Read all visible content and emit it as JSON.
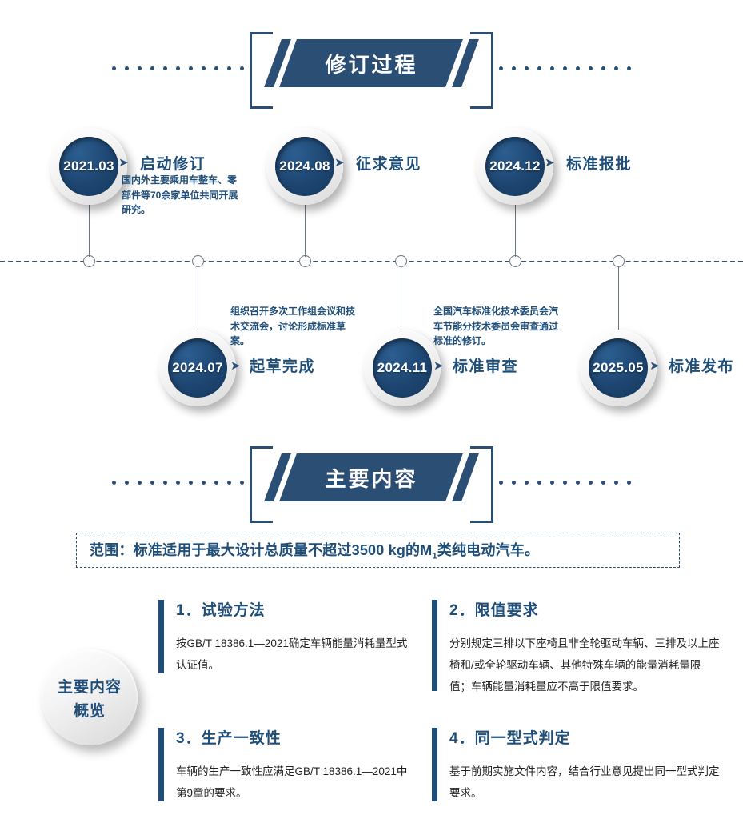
{
  "sections": {
    "revision": {
      "banner_title": "修订过程"
    },
    "content": {
      "banner_title": "主要内容"
    }
  },
  "timeline": {
    "events": [
      {
        "date": "2021.03",
        "title": "启动修订",
        "desc": "国内外主要乘用车整车、零部件等70余家单位共同开展研究。"
      },
      {
        "date": "2024.08",
        "title": "征求意见",
        "desc": ""
      },
      {
        "date": "2024.12",
        "title": "标准报批",
        "desc": ""
      },
      {
        "date": "2024.07",
        "title": "起草完成",
        "desc": "组织召开多次工作组会议和技术交流会，讨论形成标准草案。"
      },
      {
        "date": "2024.11",
        "title": "标准审查",
        "desc": "全国汽车标准化技术委员会汽车节能分技术委员会审查通过标准的修订。"
      },
      {
        "date": "2025.05",
        "title": "标准发布",
        "desc": ""
      }
    ],
    "arrow_glyph": "➤"
  },
  "scope": {
    "label": "范围：",
    "text_before": "标准适用于最大设计总质量不超过3500 kg的M",
    "subscript": "1",
    "text_after": "类纯电动汽车。"
  },
  "overview_badge": {
    "line1": "主要内容",
    "line2": "概览"
  },
  "content_blocks": [
    {
      "number": "1．",
      "title": "试验方法",
      "body": "按GB/T 18386.1—2021确定车辆能量消耗量型式认证值。"
    },
    {
      "number": "2．",
      "title": "限值要求",
      "body": "分别规定三排以下座椅且非全轮驱动车辆、三排及以上座椅和/或全轮驱动车辆、其他特殊车辆的能量消耗量限值；车辆能量消耗量应不高于限值要求。"
    },
    {
      "number": "3．",
      "title": "生产一致性",
      "body": "车辆的生产一致性应满足GB/T 18386.1—2021中第9章的要求。"
    },
    {
      "number": "4．",
      "title": "同一型式判定",
      "body": "基于前期实施文件内容，结合行业意见提出同一型式判定要求。"
    }
  ],
  "colors": {
    "brand_navy": "#2b4e74",
    "text_blue": "#1f4e79",
    "axis_gray": "#6b7684"
  }
}
